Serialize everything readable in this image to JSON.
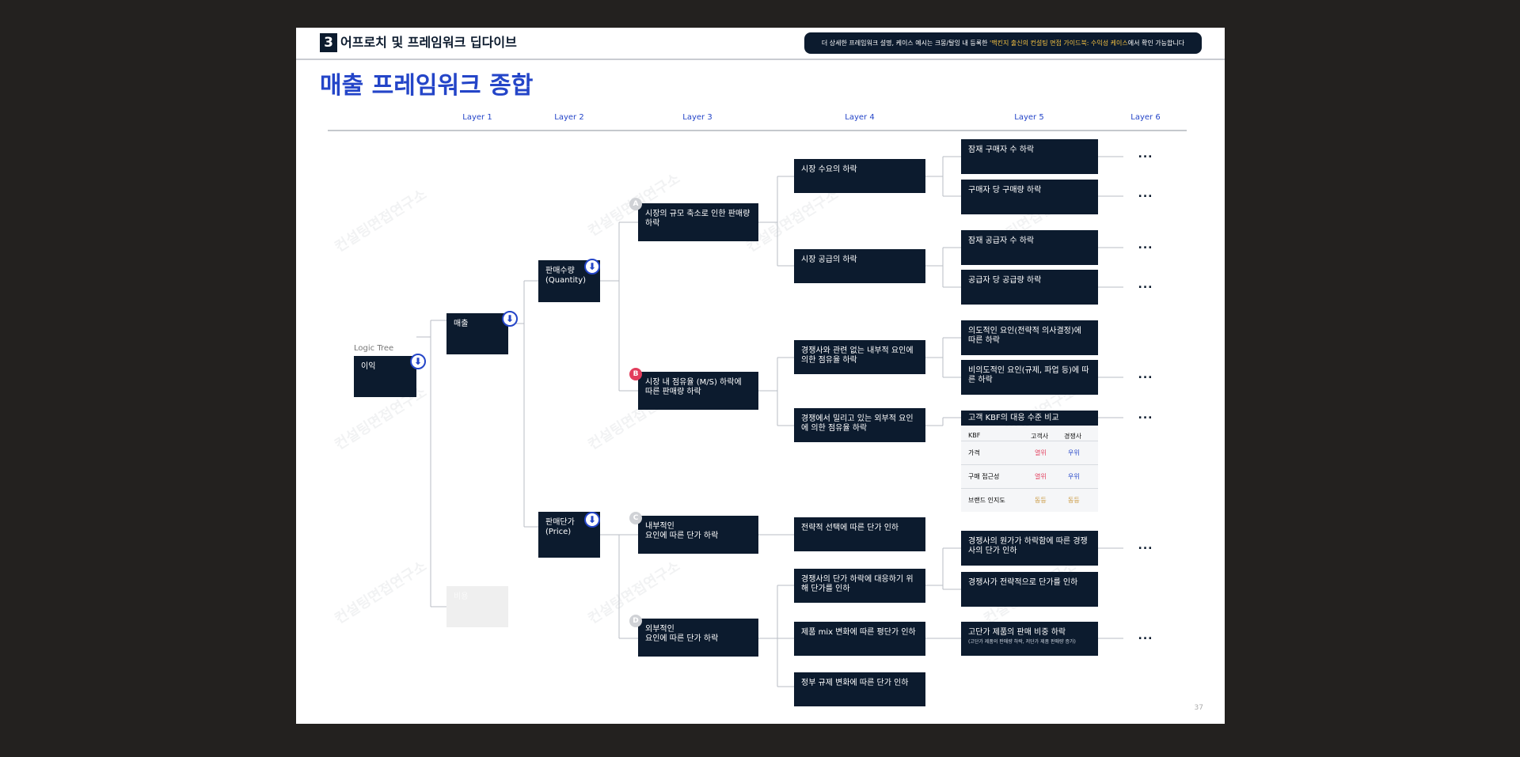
{
  "header": {
    "section_number": "3",
    "section_title": "어프로치 및 프레임워크 딥다이브",
    "note_pre": "더 상세한 프레임워크 설명, 케이스 예시는 크몽/탈잉 내 등록한 ",
    "note_highlight": "'맥킨지 출신의 컨설팅 면접 가이드북: 수익성 케이스",
    "note_post": "에서 확인 가능합니다"
  },
  "title": "매출 프레임워크 종합",
  "layers": [
    "Layer 1",
    "Layer 2",
    "Layer 3",
    "Layer 4",
    "Layer 5",
    "Layer 6"
  ],
  "tree_label": "Logic Tree",
  "nodes": {
    "profit": "이익",
    "revenue": "매출",
    "cost": "비용",
    "quantity": "판매수량\n(Quantity)",
    "price": "판매단가\n(Price)",
    "a": "시장의 규모 축소로 인한 판매량 하락",
    "b": "시장 내 점유율 (M/S) 하락에 따른 판매량 하락",
    "c": "내부적인\n요인에 따른 단가 하락",
    "d": "외부적인\n요인에 따른 단가 하락",
    "demand": "시장 수요의 하락",
    "supply": "시장 공급의 하락",
    "internal_share": "경쟁사와 관련 없는 내부적 요인에 의한 점유율 하락",
    "external_share": "경쟁에서 밀리고 있는 외부적 요인에 의한 점유율 하락",
    "strategic_price": "전략적 선택에 따른 단가 인하",
    "compete_price": "경쟁사의 단가 하락에 대응하기 위해 단가를 인하",
    "mix": "제품 mix 변화에 따른 평단가 인하",
    "regulation": "정부 규제 변화에 따른 단가 인하",
    "l5_1": "잠재 구매자 수 하락",
    "l5_2": "구매자 당 구매량 하락",
    "l5_3": "잠재 공급자 수 하락",
    "l5_4": "공급자 당 공급량 하락",
    "l5_5": "의도적인 요인(전략적 의사결정)에 따른 하락",
    "l5_6": "비의도적인 요인(규제, 파업 등)에 따른 하락",
    "l5_7": "경쟁사의 원가가 하락함에 따른 경쟁사의 단가 인하",
    "l5_8": "경쟁사가 전략적으로 단가를 인하",
    "l5_9": "고단가 제품의 판매 비중 하락",
    "l5_9_sub": "(고단가 제품의 판매량 하락, 저단가 제품 판매량 증가)"
  },
  "badges": [
    "A",
    "B",
    "C",
    "D"
  ],
  "arrow_glyph": "⬇",
  "ellipsis": "...",
  "kbf": {
    "title": "고객 KBF의 대응 수준 비교",
    "headers": [
      "KBF",
      "고객사",
      "경쟁사"
    ],
    "rows": [
      {
        "label": "가격",
        "client": "열위",
        "competitor": "우위",
        "client_color": "#e23d5c",
        "competitor_color": "#2445c8"
      },
      {
        "label": "구매 접근성",
        "client": "열위",
        "competitor": "우위",
        "client_color": "#e23d5c",
        "competitor_color": "#2445c8"
      },
      {
        "label": "브랜드 인지도",
        "client": "동등",
        "competitor": "동등",
        "client_color": "#c9963a",
        "competitor_color": "#c9963a"
      }
    ]
  },
  "watermark": "컨설팅면접연구소",
  "page_number": "37",
  "colors": {
    "navy": "#0c1b2e",
    "accent": "#2445c8",
    "highlight": "#f5c242",
    "badge_active": "#e23d5c"
  }
}
